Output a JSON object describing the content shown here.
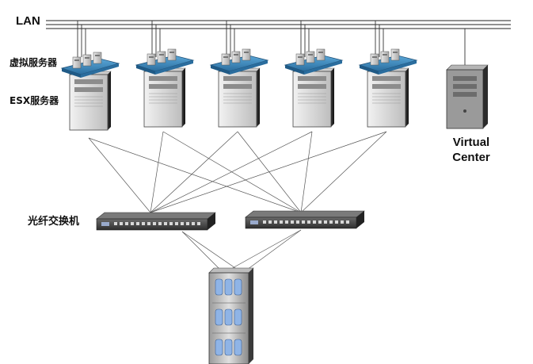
{
  "labels": {
    "lan": "LAN",
    "virtual_servers": "虚拟服务器",
    "esx_servers": "ESX服务器",
    "virtual_center_line1": "Virtual",
    "virtual_center_line2": "Center",
    "fiber_switch": "光纤交换机"
  },
  "icons": {
    "lan_bus": "lan-bus-icon",
    "vm_platform": "vm-platform-icon",
    "esx_server": "tower-server-icon",
    "virtual_center_server": "tower-server-icon",
    "fibre_switch": "fibre-channel-switch-icon",
    "storage": "storage-array-icon"
  },
  "counts": {
    "esx_servers": 5,
    "fibre_switches": 2,
    "storage_arrays": 1
  },
  "colors": {
    "platform_blue": "#3d8fc4",
    "server_light": "#d9d9d9",
    "server_dark": "#555555",
    "switch_body": "#4a4a4a",
    "storage_drive": "#8fb4e6",
    "line": "#333333"
  }
}
